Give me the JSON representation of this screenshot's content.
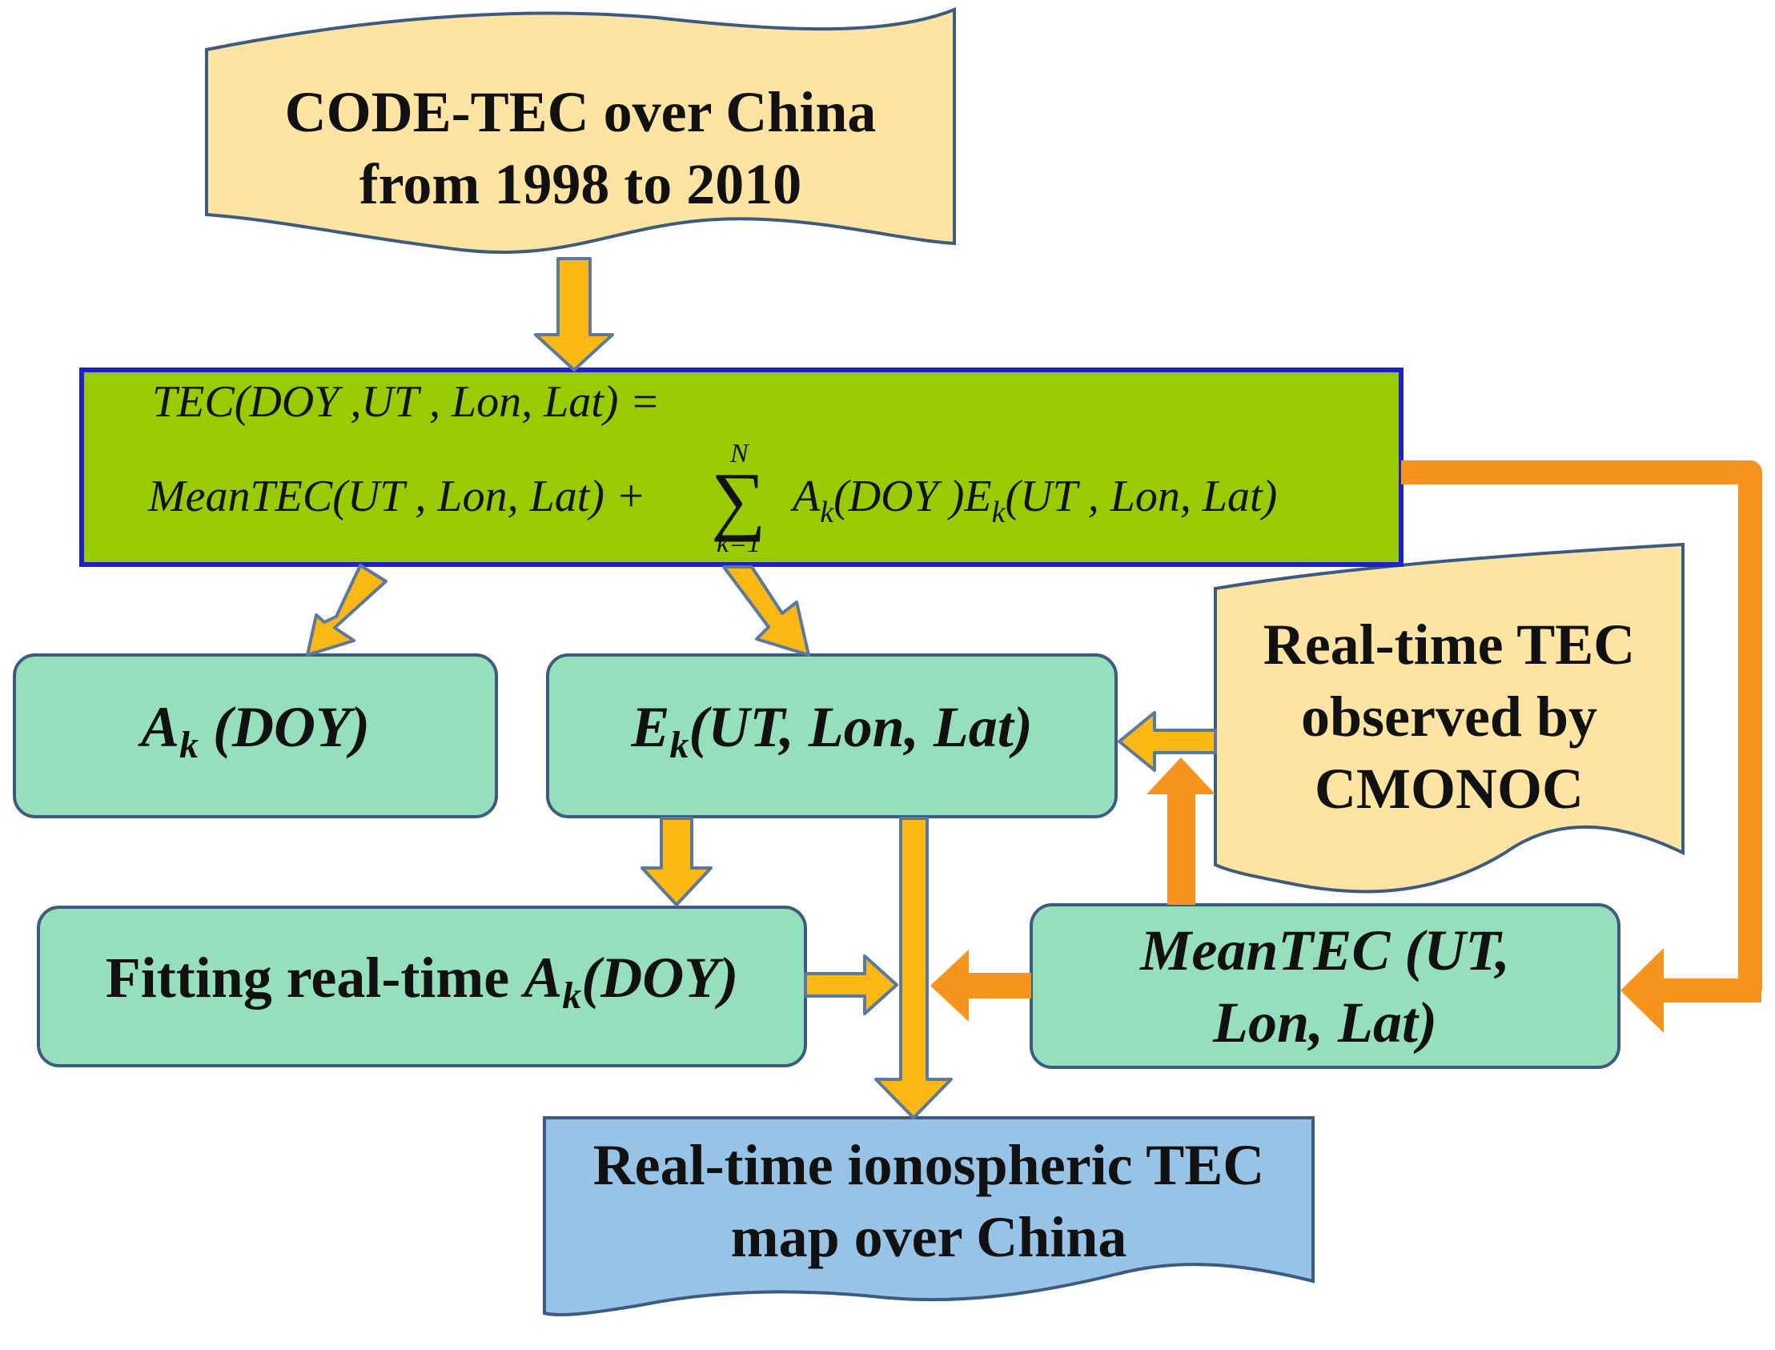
{
  "input_box": {
    "line1": "CODE-TEC over China",
    "line2": "from 1998 to 2010"
  },
  "model_box": {
    "eq_line1": "TEC(DOY ,UT , Lon, Lat) =",
    "eq_line2_left": "MeanTEC(UT , Lon, Lat) +",
    "sum_upper": "N",
    "sum_lower": "k=1",
    "eq_line2_right_A": "A",
    "eq_line2_right_mid": "(DOY )E",
    "eq_line2_right_end": "(UT , Lon, Lat)",
    "subscript": "k"
  },
  "ak_box": {
    "main": "A",
    "sub": "k",
    "rest": " (DOY)"
  },
  "ek_box": {
    "main": "E",
    "sub": "k",
    "rest": "(UT, Lon, Lat)"
  },
  "realtime_box": {
    "line1": "Real-time TEC",
    "line2": "observed by",
    "line3": "CMONOC"
  },
  "fitting_box": {
    "prefix": "Fitting real-time ",
    "main": "A",
    "sub": "k",
    "rest": "(DOY)"
  },
  "meantec_box": {
    "line1": "MeanTEC (UT,",
    "line2": "Lon, Lat)"
  },
  "output_box": {
    "line1": "Real-time ionospheric TEC",
    "line2": "map over China"
  },
  "colors": {
    "document_fill": "#fde4a2",
    "model_fill": "#99cc00",
    "model_border": "#1f1fcf",
    "process_fill": "#96dfbc",
    "output_fill": "#96c3e6",
    "box_border": "#3d5a80",
    "arrow_orange": "#f7941d",
    "arrow_yellow": "#fbb813",
    "arrow_outline": "#5b78a0"
  }
}
